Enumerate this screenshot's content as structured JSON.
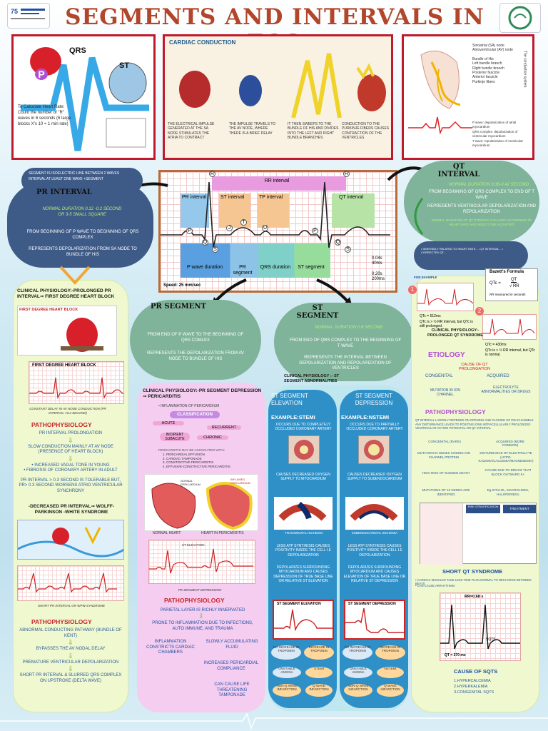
{
  "title": "SEGMENTS AND INTERVALS IN ECG",
  "colors": {
    "title": "#b2452a",
    "frame": "#c0192b",
    "cloud": "#3e5a86",
    "green_cloud": "#7fb39a"
  },
  "topleft": {
    "heart_rate": "To Calculate Heart Rate: Count the number of \"R\" waves in 6 seconds (6 large blocks X's 10 = 1 min rate)",
    "qrs": "QRS",
    "p": "P",
    "st": "ST"
  },
  "conduction": {
    "title": "CARDIAC CONDUCTION",
    "captions": [
      "THE ELECTRICAL IMPULSE GENERATED AT THE SA NODE STIMULATES THE ATRIA TO CONTRACT",
      "THE IMPULSE TRAVELS TO THE AV NODE, WHERE THERE IS A BRIEF DELAY",
      "IT THEN SWEEPS TO THE BUNDLE OF HIS AND DIVIDES INTO THE LEFT AND RIGHT BUNDLE BRANCHES",
      "CONDUCTION TO THE PURKINJE FIBERS CAUSES CONTRACTION OF THE VENTRICLES"
    ]
  },
  "anatomy": {
    "labels": [
      "Sinoatrial (SA) node",
      "Atrioventricular (AV) node",
      "Bundle of His",
      "Left bundle branch",
      "Right bundle branch",
      "Posterior fascicle",
      "Anterior fascicle",
      "Purkinje fibers"
    ],
    "side": "The conduction system",
    "legend": [
      "P wave: depolarization of atrial myocardium",
      "QRS complex: depolarization of ventricular myocardium",
      "T wave: repolarization of ventricular myocardium"
    ]
  },
  "ecg": {
    "rr": "RR interval",
    "pr_int": "PR interval",
    "st_int": "ST interval",
    "tp_int": "TP interval",
    "qt_int": "QT interval",
    "p_dur": "P wave duration",
    "pr_seg": "PR segment",
    "qrs_dur": "QRS duration",
    "st_seg": "ST segment",
    "scale1a": "0.04s",
    "scale1b": "40ms",
    "scale2a": "0.20s",
    "scale2b": "200ms",
    "speed": "Speed: 25 mm/sec",
    "letters": [
      "R",
      "R",
      "P",
      "Q",
      "S",
      "J",
      "T",
      "U",
      "P",
      "Q",
      "S"
    ]
  },
  "pr_interval": {
    "bullets": [
      "SEGMENT IS ISOELECTRIC LINE BETWEEN 2 WAVES",
      "INTERVAL AT LEAST ONE WAVE +SEGMENT"
    ],
    "title": "PR INTERVAL",
    "normal": "NORMAL DURATION 0.12 -0.2 SECOND OR 3-5 SMALL SQUARE",
    "from": "FROM BEGINNING OF P WAVE TO BEGINNING OF QRS COMPLEX",
    "represents": "REPRESENTS DEPOLARIZATION FROM SA NODE TO BUNDLE OF HIS",
    "clinical": "CLINICAL PHYSIOLOGY:-PROLONGED PR INTERVAL⇒ FIRST DEGREE HEART BLOCK",
    "fdhb_title": "FIRST DEGREE HEART BLOCK",
    "fdhb_label": "FIRST DEGREE HEART BLOCK",
    "fdhb_caption": "CONSTANT DELAY IN AV NODE CONDUCTION (PR INTERVAL >0.2 SECOND)",
    "patho": "PATHOPHYSIOLOGY",
    "patho_items": [
      "PR INTERVAL PROLONGATION",
      "SLOW CONDUCTION MAINLY AT AV NODE (PRESENCE OF HEART BLOCK)",
      "• INCREASED VAGAL TONE IN YOUNG",
      "• FIBROSIS OF CORONARY ARTERY IN ADULT",
      "PR INTERVAL > 0.3 SECOND IS TOLERABLE BUT, PR> 0.3 SECOND WORSENS ATRIO VENTRICULAR SYNCHRONY"
    ],
    "wpw": "-DECREASED PR INTERVAL⇒ WOLFF-PARKINSON -WHITE SYNDROME",
    "wpw_caption": "SHORT PR INTERVAL OR WPW SYNDROME",
    "patho2": "PATHOPHYSIOLOGY",
    "patho2_items": [
      "ABNORMAL CONDUCTING PATHWAY (BUNDLE OF KENT)",
      "BYPASSES THE AV NODAL DELAY",
      "PREMATURE VENTRICULAR DEPOLARIZATION",
      "SHORT PR INTERVAL & SLURRED QRS COMPLEX ON UPSTROKE (DELTA WAVE)"
    ]
  },
  "pr_segment": {
    "title": "PR SEGMENT",
    "from": "FROM END OF P WAVE TO THE BEGINNING OF QRS COMLEX",
    "represents": "REPRESENTS THE DEPOLARIZATION FROM AV NODE TO BUNDLE OF HIS",
    "clinical": "CLINICAL PHYSIOLOGY:-PR SEGMENT DEPRESSION ⇒ PERICARDITIS",
    "inflammation": "• INFLAMMATION OF PERICARDIUM",
    "classification": "CLASSIFICATION",
    "types": [
      "ACUTE",
      "RECURRENT",
      "INCIPIENT SUBACUTE",
      "CHRONIC"
    ],
    "types_note": "PERICARDITIS MAY BE ASSOCIATED WITH:",
    "assoc": [
      "1. PERICARDIAL EFFUSION",
      "2. CARDIAC TAMPONADE",
      "3. CONSTRICTIVE PERICARDITIS",
      "4. EFFUSIVE-CONSTRICTIVE PERICARDITIS"
    ],
    "normal_heart": "NORMAL HEART",
    "peri_heart": "HEART IN PERICARDITIS",
    "inflamed": "INFLAMED PERICARDIUM",
    "normal_peri": "NORMAL PERICARDIUM",
    "ecg_caption": "PR SEGMENT DEPRESSION",
    "ecg_label": "ST ELEVATION",
    "patho": "PATHOPHYSIOLOGY",
    "items": [
      "PARIETAL LAYER IS RICHLY INNERVATED",
      "PRONE TO INFLAMMATION DUE TO INFECTIONS, AUTO IMMUNE, AND TRAUMA",
      "INFLAMMATION CONSTRICTS CARDIAC CHAMBERS",
      "SLOWLY ACCUMULATING FLUID",
      "INCREASES PERICARDIAL COMPLIANCE",
      "CAN CAUSE LIFE THREATENING TAMPONADE"
    ]
  },
  "st_segment": {
    "title": "ST SEGMENT",
    "normal": "NORMAL DURATION 0.8 SECOND",
    "from": "FROM END OF QRS COMPLEX TO THE BEGINNING OF T WAVE",
    "represents": "REPRESENTS THE INTERVAL BETWEEN DEPOLARIZATION AND REPOLARIZATION OF VENTRICLES",
    "clinical": "CLINICAL PHYSIOLOGY :- ST SEGMENT ABNORMALITIES",
    "elev_title": "ST SEGMENT ELEVATION",
    "dep_title": "ST SEGMENT DEPRESSION",
    "ex1": "EXAMPLE:STEMI",
    "ex2": "EXAMPLE:NSTEMI",
    "col1": [
      "OCCURS DUE TO COMPLETELY OCCLUDED CORONARY ARTERY",
      "CAUSES DECREASED OXYGEN SUPPLY TO MYOCARDIUM",
      "TRANSMURAL ISCHEMIA",
      "LESS ATP SYNTHESIS CAUSES POSITIVITY INSIDE THE CELL I.E DEPOLARIZATION",
      "DEPOLARIZES SURROUNDING MYOCARDIUM AND CAUSES DEPRESSION OF TRUE BASE LINE OR RELATIVE ST ELEVATION"
    ],
    "col2": [
      "OCCURS DUE TO PARTIALLY OCCLUDED CORONARY ARTERY",
      "CAUSES DECREASED OXYGEN SUPPLY TO SUBENDOCARDIUM",
      "SUBENDOCARDIAL ISCHEMIA",
      "LESS ATP SYNTHESIS CAUSES POSITIVITY INSIDE THE CELL I.E DEPOLARIZATION",
      "DEPOLARIZES SURROUNDING MYOCARDIUM AND CAUSES ELEVATION OF TRUE BASE LINE OR RELATIVE ST DEPRESSION"
    ],
    "ecg1": "ST SEGMENT ELEVATION",
    "ecg2": "ST SEGMENT DEPRESSION",
    "chain1": [
      "NO INCREASE IN TROPONIN",
      "INCREASE IN TROPONIN",
      "UNSTABLE ANGINA",
      "STEMI",
      "NON-Q WAVE INFARCTION",
      "Q WAVE INFARCTION"
    ],
    "chain2": [
      "NO INCREASE IN TROPONIN",
      "INCREASE IN TROPONIN",
      "UNSTABLE ANGINA",
      "NSTEMI",
      "NON-Q WAVE INFARCTION",
      "Q WAVE INFARCTION"
    ]
  },
  "qt_interval": {
    "title": "QT INTERVAL",
    "normal": "NORMAL DURATION 0.36-0.42 SECOND",
    "from": "FROM BEGINNING OF QRS COMPLEX TO END OF T WAVE",
    "represents": "REPRESENTS VENTRICULAR DEPOLARIZATION AND REPOLARIZATION",
    "note": "NORMAL DURATION OF QT INTERVAL CAN VARY ACCORDING TO HEART RATE AND NEED TO BE ADJUSTED",
    "bubble": "• INVERSELY RELATED TO HEART RATE... • QT INTERVAL... • CORRECTED QT...",
    "example": "FOR EXAMPLE",
    "bazett": "Bazett's Formula",
    "formula_l": "QTc =",
    "formula_n": "QT",
    "formula_d": "√ RR",
    "formula_note": "RR measured in seconds",
    "ex1": "QTc = 512ms",
    "ex1b": "QTc is > ½ RR interval, but QTc is still prolonged.",
    "ex2": "QTc = 430ms",
    "ex2b": "QTc is > ½ RR interval, but QTc is normal.",
    "clinical": "CLINICAL PHYSIOLOGY:- PROLONGED QT SYNDROME",
    "etiology": "ETIOLOGY",
    "cause": "CAUSE OF QT PROLONGATION",
    "congenital": "CONGENITAL",
    "acquired": "ACQUIRED",
    "cong_item": "MUTATION IN ION CHANNEL",
    "acq_item": "ELECTROLYTE ABNORMALITIES OR DRUGS",
    "patho": "PATHOPHYSIOLOGY",
    "patho_text": "QT INTERVAL LARGELY DEPENDS ON OPENING AND CLOSING OF ION CHANNELS ANY DISTURBANCE LEADS TO POSITIVE IONS INTRACELLULARLY PROLONGED VENTRICULAR ACTION POTENTIAL OR QT INTERVAL",
    "lqt_cong": "CONGENITAL (RARE)",
    "lqt_acq": "ACQUIRED (MORE COMMON)",
    "lqt1": "MUTATION IN GENES CODING ION CHANNEL PROTEIN",
    "lqt2": "DISTURBANCE OF ELECTROLYTE (HYPO-KALEMIA/CALCEMIA/MAGNESEMIA)",
    "lqt3": "HIGH RISK OF SUDDEN DEATH",
    "lqt4": "CAN BE DUE TO DRUGS THAT BLOCK OUTWARD K+",
    "lqt5": "MUTATIONS OF 15 GENES ARE IDENTIFIED",
    "lqt6": "Eg.SITALOL, MACROLIDES, HALOPERIDOL",
    "table_h1": "RISK STRATIFICATION",
    "table_h2": "TREATMENT",
    "short": "SHORT QT SYNDROME",
    "short_items": [
      "• CARDIAC MUSCLES TAKE LESS TIME THAN NORMAL TO RECHARGE BETWEEN BEATS",
      "• CAN CAUSE ARRHYTHMIA"
    ],
    "rr": "RR=0.68 s",
    "sqts": "SQTS",
    "qt": "QT = 270 ms",
    "causes_title": "CAUSE OF SQTS",
    "causes": [
      "1.HYPERCALCEMIA",
      "2.HYPERKALEMIA",
      "3.CONGENITAL SQTS"
    ]
  }
}
